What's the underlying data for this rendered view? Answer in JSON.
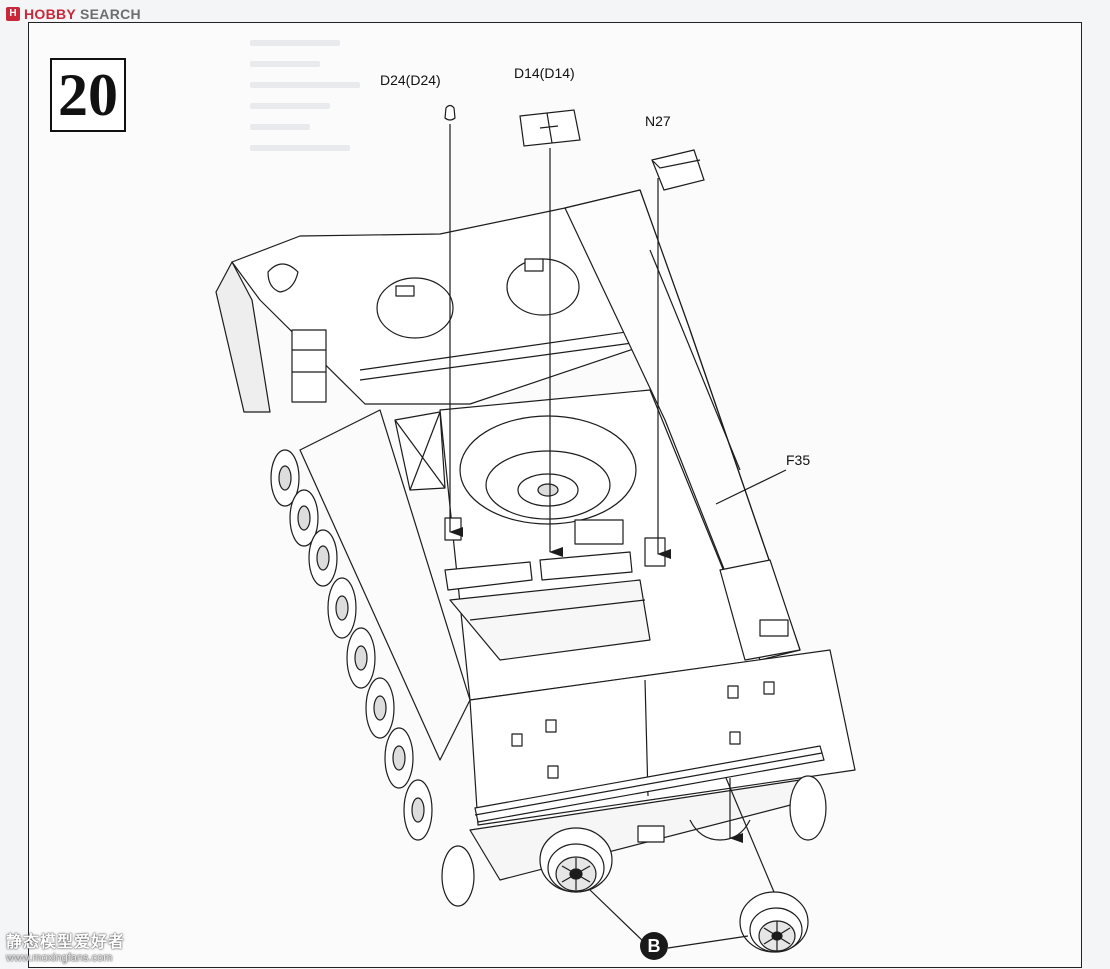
{
  "site": {
    "logo_mark": "H",
    "brand": "HOBBY",
    "search": " SEARCH"
  },
  "step": {
    "number": "20"
  },
  "parts": {
    "d24": "D24(D24)",
    "d14": "D14(D14)",
    "n27": "N27",
    "f35": "F35"
  },
  "subassembly": {
    "label": "B"
  },
  "watermark": {
    "title": "静态模型爱好者",
    "url": "www.moxingfans.com"
  },
  "colors": {
    "line": "#1c1c1c",
    "fill": "#ffffff",
    "brand": "#c8283a"
  }
}
